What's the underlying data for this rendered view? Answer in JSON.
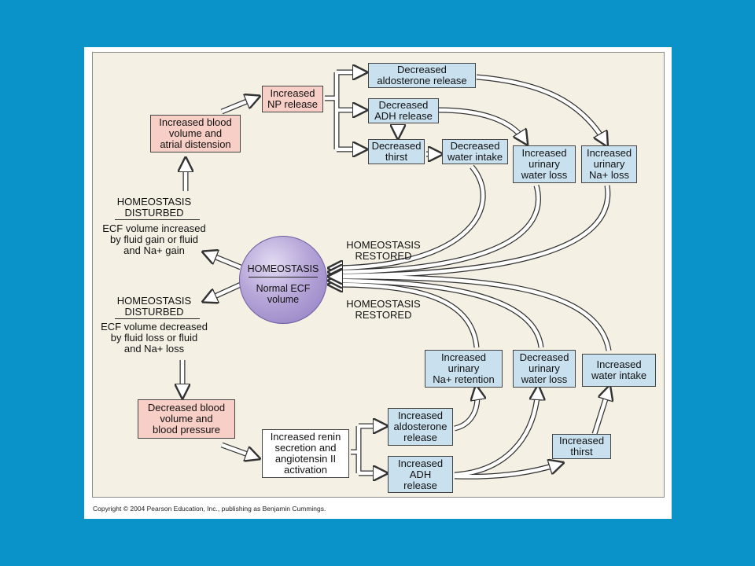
{
  "diagram": {
    "center": {
      "title": "HOMEOSTASIS",
      "subtitle": "Normal ECF\nvolume"
    },
    "top_branch": {
      "disturbed_title": "HOMEOSTASIS\nDISTURBED",
      "disturbed_text": "ECF volume increased\nby fluid gain or fluid\nand Na+ gain",
      "restored": "HOMEOSTASIS\nRESTORED",
      "boxes": {
        "increased_blood_volume": "Increased blood\nvolume and\natrial distension",
        "increased_np_release": "Increased\nNP release",
        "decreased_aldosterone": "Decreased\naldosterone release",
        "decreased_adh": "Decreased\nADH release",
        "decreased_thirst": "Decreased\nthirst",
        "decreased_water_intake": "Decreased\nwater intake",
        "increased_urinary_water_loss": "Increased\nurinary\nwater loss",
        "increased_urinary_na_loss": "Increased\nurinary\nNa+ loss"
      }
    },
    "bottom_branch": {
      "disturbed_title": "HOMEOSTASIS\nDISTURBED",
      "disturbed_text": "ECF volume decreased\nby fluid loss or fluid\nand Na+ loss",
      "restored": "HOMEOSTASIS\nRESTORED",
      "boxes": {
        "decreased_blood_volume": "Decreased blood\nvolume and\nblood pressure",
        "increased_renin": "Increased renin\nsecretion and\nangiotensin II\nactivation",
        "increased_aldosterone": "Increased\naldosterone\nrelease",
        "increased_adh": "Increased\nADH\nrelease",
        "increased_urinary_na_retention": "Increased\nurinary\nNa+ retention",
        "decreased_urinary_water_loss": "Decreased\nurinary\nwater loss",
        "increased_water_intake": "Increased\nwater intake",
        "increased_thirst": "Increased\nthirst"
      }
    },
    "colors": {
      "pink": "#f8cfc7",
      "blue": "#c9e0ef",
      "sphere": "#a796cf",
      "slide_bg": "#0a93c8"
    }
  },
  "copyright": "Copyright © 2004 Pearson Education, Inc., publishing as Benjamin Cummings."
}
